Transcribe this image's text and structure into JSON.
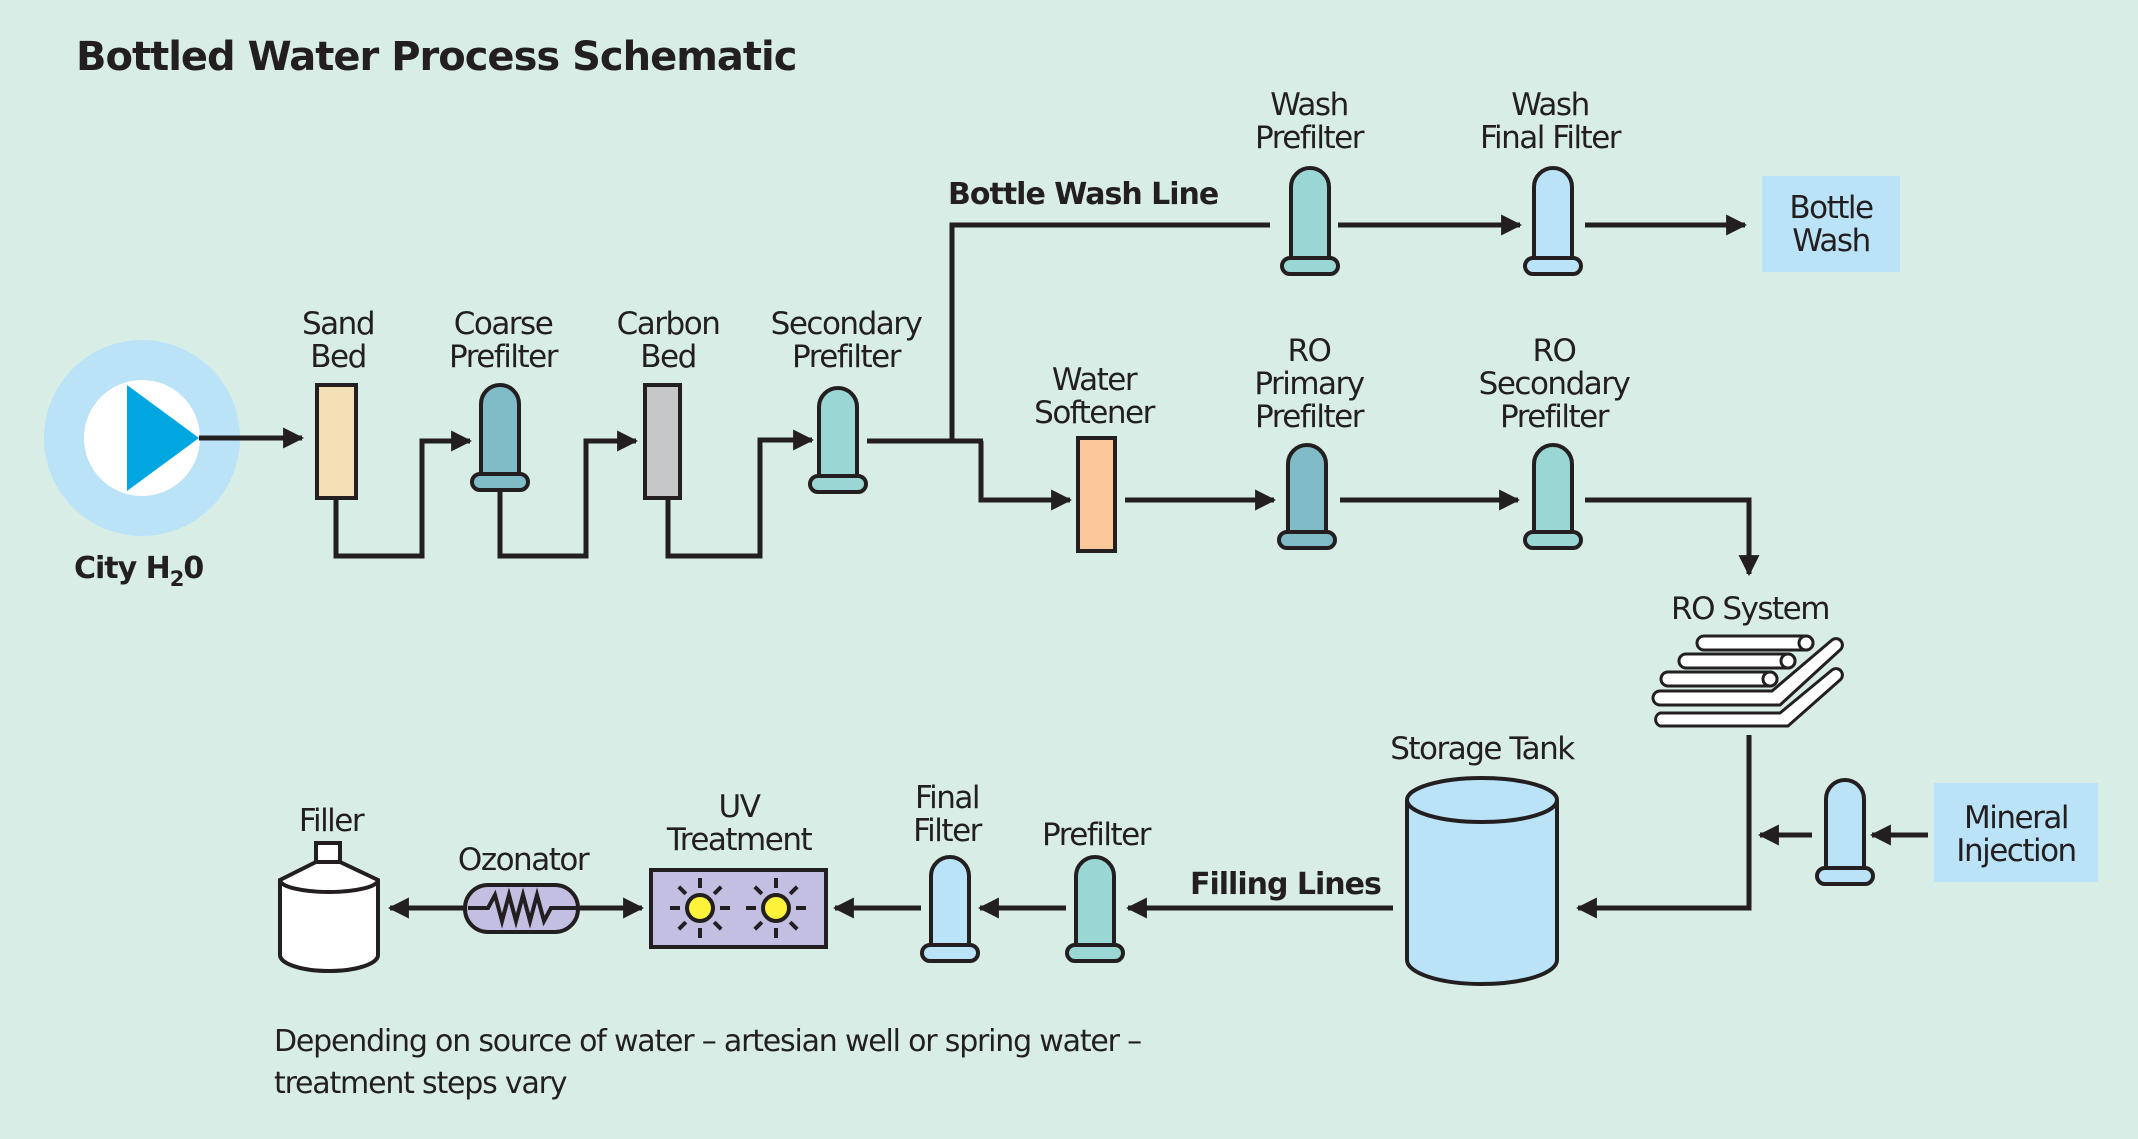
{
  "title": "Bottled Water Process Schematic",
  "source": {
    "label": "City H",
    "subscript": "2",
    "suffix": "0"
  },
  "colors": {
    "background": "#d8ede6",
    "light_blue": "#bbe3f7",
    "teal": "#9ad6d3",
    "dark_teal": "#7fbcc8",
    "sand": "#f3e0b7",
    "carbon": "#c6c7c9",
    "softener": "#fcc899",
    "uv_purple": "#c3bfe3",
    "sun_yellow": "#fff23a",
    "pump_blue": "#00a6df",
    "line": "#231f20"
  },
  "stages": {
    "sand_bed": [
      "Sand",
      "Bed"
    ],
    "coarse_prefilter": [
      "Coarse",
      "Prefilter"
    ],
    "carbon_bed": [
      "Carbon",
      "Bed"
    ],
    "secondary_prefilter": [
      "Secondary",
      "Prefilter"
    ],
    "wash_prefilter": [
      "Wash",
      "Prefilter"
    ],
    "wash_final_filter": [
      "Wash",
      "Final Filter"
    ],
    "bottle_wash": [
      "Bottle",
      "Wash"
    ],
    "water_softener": [
      "Water",
      "Softener"
    ],
    "ro_primary_prefilter": [
      "RO",
      "Primary",
      "Prefilter"
    ],
    "ro_secondary_prefilter": [
      "RO",
      "Secondary",
      "Prefilter"
    ],
    "ro_system": "RO System",
    "mineral_injection": [
      "Mineral",
      "Injection"
    ],
    "storage_tank": "Storage Tank",
    "prefilter": "Prefilter",
    "final_filter": [
      "Final",
      "Filter"
    ],
    "uv_treatment": [
      "UV",
      "Treatment"
    ],
    "ozonator": "Ozonator",
    "filler": "Filler"
  },
  "lines": {
    "bottle_wash_line": "Bottle Wash Line",
    "filling_lines": "Filling Lines"
  },
  "note": [
    "Depending on source of water – artesian well or spring water –",
    "treatment steps vary"
  ]
}
